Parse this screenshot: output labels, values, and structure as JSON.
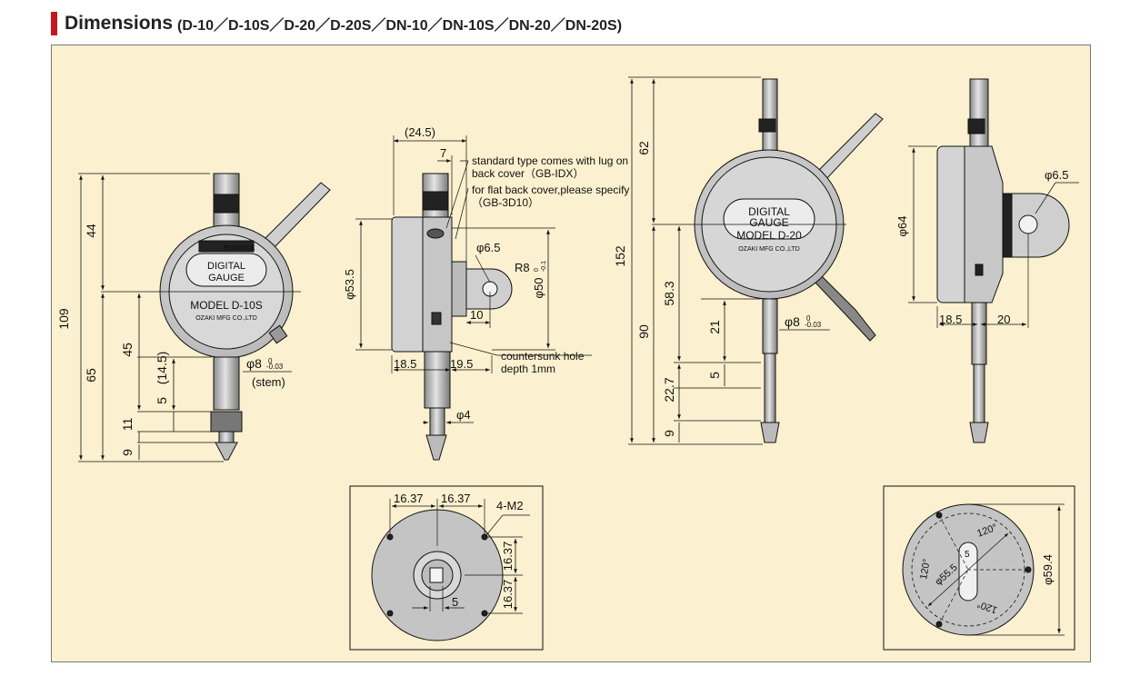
{
  "header": {
    "title": "Dimensions",
    "subtitle": "(D-10／D-10S／D-20／D-20S／DN-10／DN-10S／DN-20／DN-20S)"
  },
  "colors": {
    "accent": "#c8161e",
    "panel_bg": "#fbf0cf",
    "body_gray": "#c9c9c9"
  },
  "view1": {
    "brand": "PEACOCK",
    "dial_line1": "DIGITAL",
    "dial_line2": "GAUGE",
    "model": "MODEL D-10S",
    "maker": "OZAKI MFG CO.,LTD",
    "dims": {
      "total": "109",
      "top": "44",
      "lower": "65",
      "mid": "45",
      "stem_len": "(14.5)",
      "d5": "5",
      "d11": "11",
      "d9": "9"
    },
    "stem_dia": "φ8",
    "stem_tol": "-0.03",
    "stem_tol_top": "0",
    "stem_note": "(stem)"
  },
  "view2": {
    "d245": "(24.5)",
    "d7": "7",
    "note1_a": "standard type comes with lug on",
    "note1_b": "back cover（GB-IDX）",
    "note2_a": "for flat back cover,please specify",
    "note2_b": "（GB-3D10）",
    "d65": "φ6.5",
    "r8": "R8",
    "d535": "φ53.5",
    "d50": "φ50",
    "d50_tol": "-0.1",
    "d50_tol_top": "0",
    "d10": "10",
    "d185": "18.5",
    "d195": "19.5",
    "csk_a": "countersunk hole",
    "csk_b": "depth 1mm",
    "d4": "φ4"
  },
  "view3": {
    "dial_line1": "DIGITAL",
    "dial_line2": "GAUGE",
    "model": "MODEL D-20",
    "maker": "OZAKI MFG CO.,LTD",
    "dims": {
      "d62": "62",
      "d152": "152",
      "d90": "90",
      "d583": "58.3",
      "d21": "21",
      "d5": "5",
      "d227": "22.7",
      "d9": "9"
    },
    "stem_dia": "φ8",
    "stem_tol": "-0.03",
    "stem_tol_top": "0"
  },
  "view4": {
    "d65": "φ6.5",
    "d64": "φ64",
    "d185": "18.5",
    "d20": "20"
  },
  "view5": {
    "a": "16.37",
    "b": "16.37",
    "c": "16.37",
    "d": "16.37",
    "m2": "4-M2",
    "d5": "5"
  },
  "view6": {
    "a120": "120°",
    "b120": "120°",
    "c120": "120°",
    "d555": "φ55.5",
    "d594": "φ59.4",
    "d5": "5"
  }
}
